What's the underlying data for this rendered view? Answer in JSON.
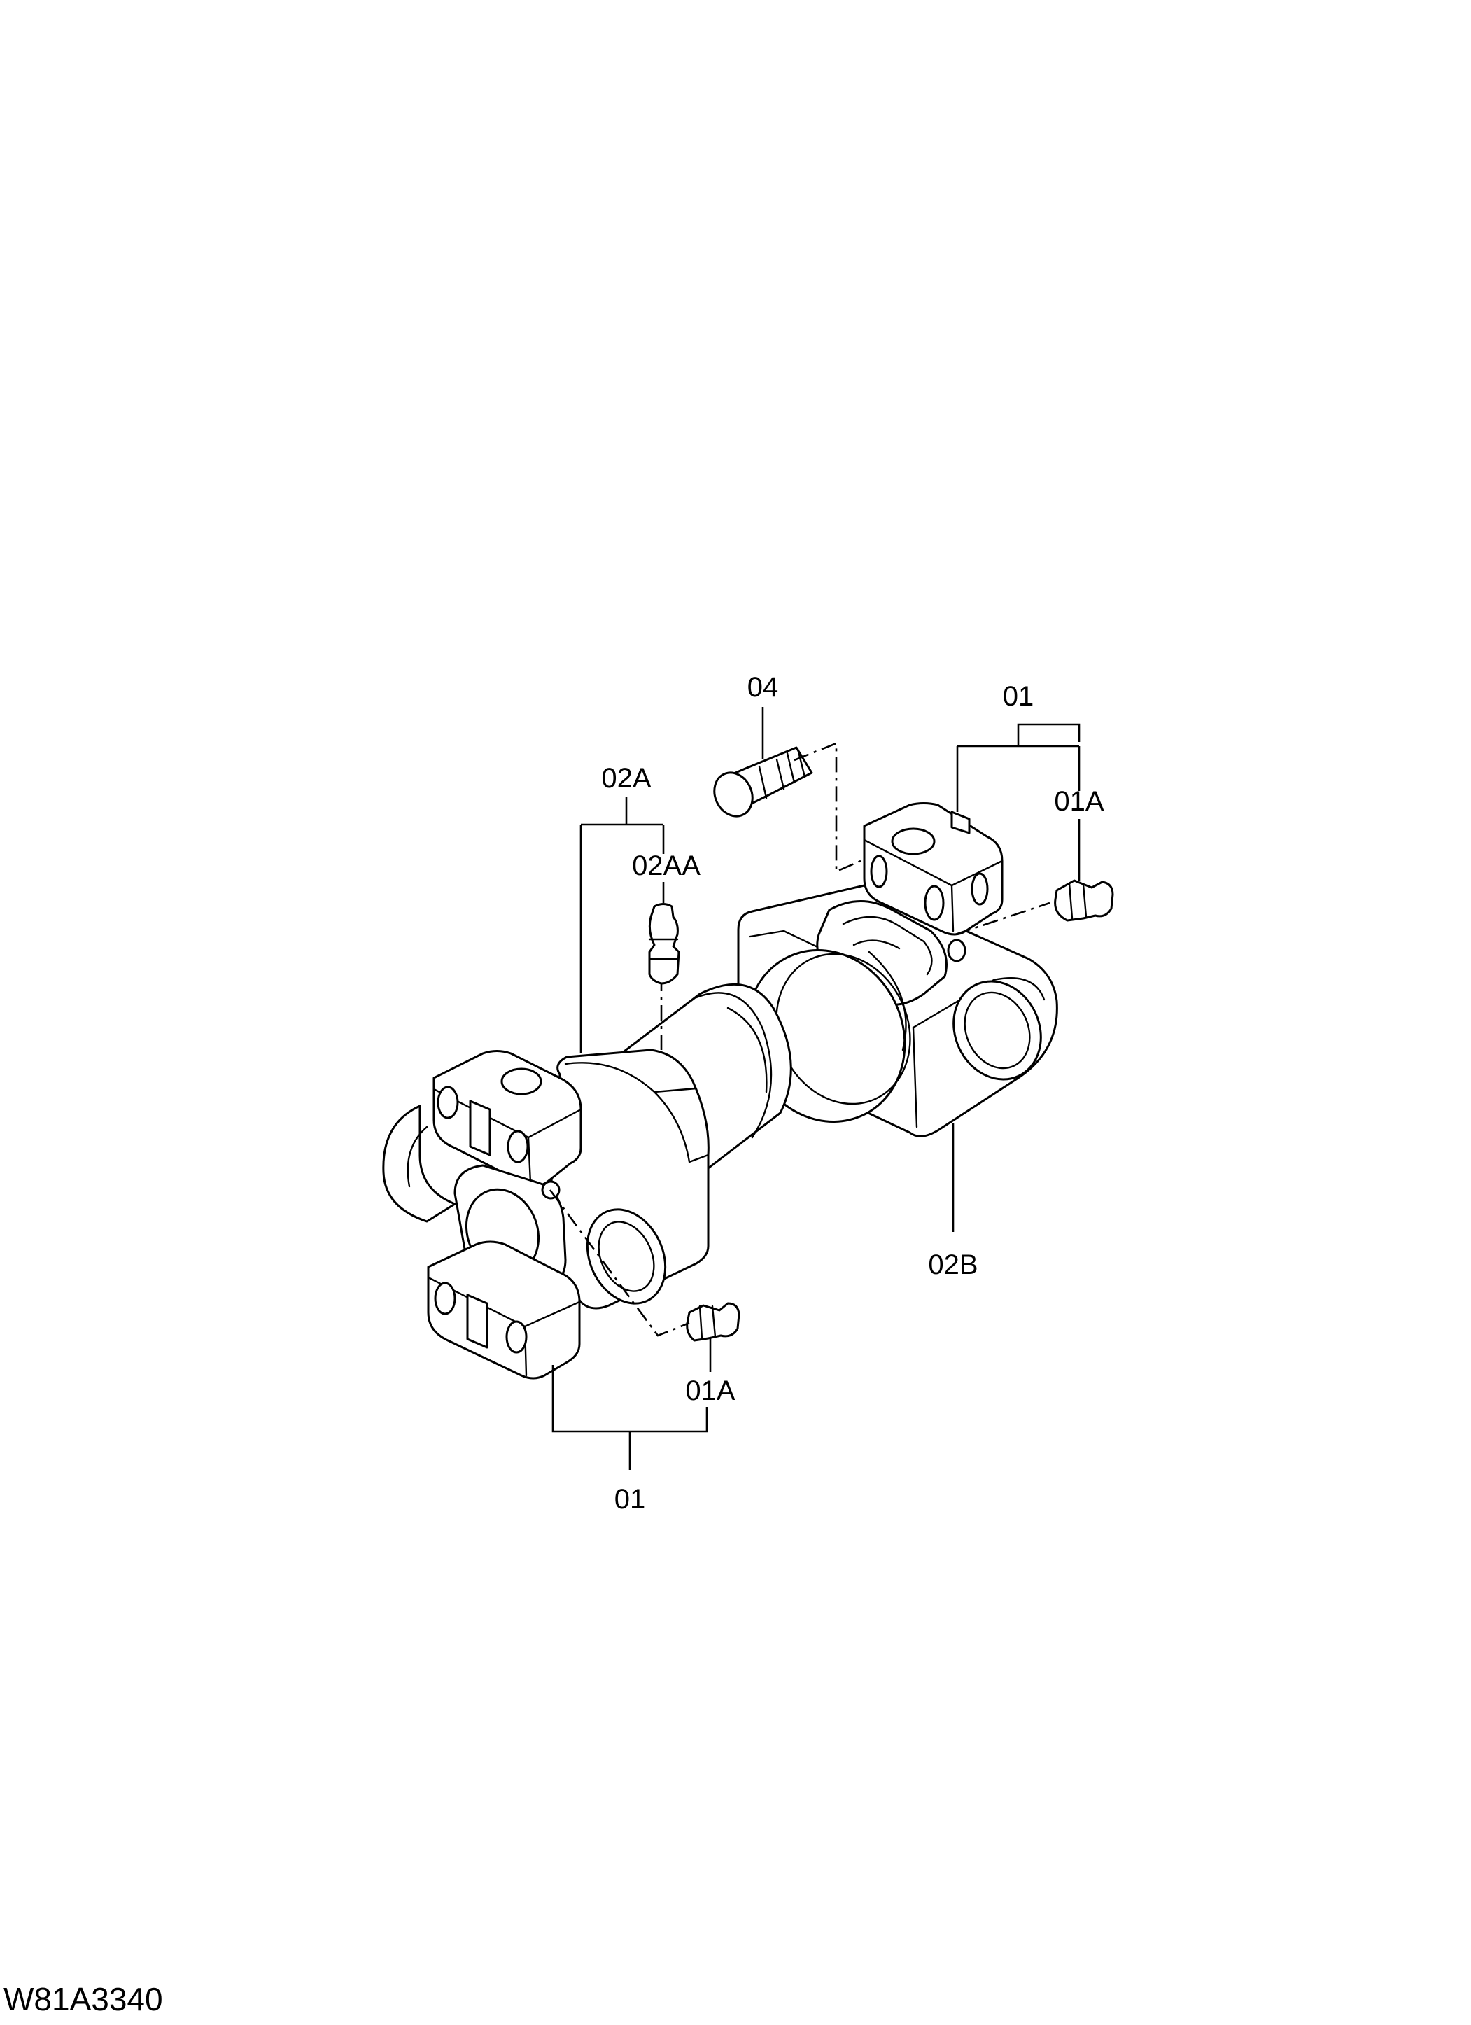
{
  "diagram": {
    "drawing_code": "W81A3340",
    "callouts": {
      "c04": "04",
      "c01_top": "01",
      "c01A_right": "01A",
      "c02A": "02A",
      "c02AA": "02AA",
      "c02B": "02B",
      "c01A_bottom": "01A",
      "c01_bottom": "01"
    }
  }
}
